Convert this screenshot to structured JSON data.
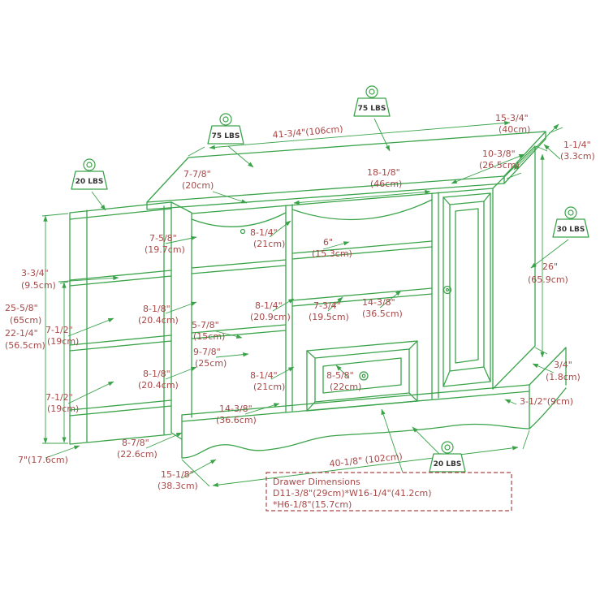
{
  "colors": {
    "line_green": "#3aa34a",
    "dim_red": "#a84848",
    "badge_text": "#333333"
  },
  "badges": [
    {
      "label": "75 LBS"
    },
    {
      "label": "75 LBS"
    },
    {
      "label": "20 LBS"
    },
    {
      "label": "30 LBS"
    },
    {
      "label": "20 LBS"
    }
  ],
  "labels": {
    "w41": "41-3/4\"(106cm)",
    "d15": "15-3/4\"",
    "d15cm": "(40cm)",
    "t114": "1-1/4\"",
    "t114cm": "(3.3cm)",
    "w1038": "10-3/8\"",
    "w1038cm": "(26.5cm)",
    "d778": "7-7/8\"",
    "d778cm": "(20cm)",
    "w1818": "18-1/8\"",
    "w1818cm": "(46cm)",
    "h758": "7-5/8\"",
    "h758cm": "(19.7cm)",
    "h814a": "8-1/4\"",
    "h814acm": "(21cm)",
    "h6": "6\"",
    "h6cm": "(15.3cm)",
    "h26": "26\"",
    "h26cm": "(65.9cm)",
    "h334": "3-3/4\"",
    "h334cm": "(9.5cm)",
    "h2558": "25-5/8\"",
    "h2558cm": "(65cm)",
    "h818a": "8-1/8\"",
    "h818acm": "(20.4cm)",
    "h814b": "8-1/4\"",
    "h814bcm": "(20.9cm)",
    "h734": "7-3/4\"",
    "h734cm": "(19.5cm)",
    "w1438a": "14-3/8\"",
    "w1438acm": "(36.5cm)",
    "h2214": "22-1/4\"",
    "h2214cm": "(56.5cm)",
    "h712a": "7-1/2\"",
    "h712acm": "(19cm)",
    "d578": "5-7/8\"",
    "d578cm": "(15cm)",
    "d978": "9-7/8\"",
    "d978cm": "(25cm)",
    "t34": "3/4\"",
    "t34cm": "(1.8cm)",
    "h818b": "8-1/8\"",
    "h818bcm": "(20.4cm)",
    "h814c": "8-1/4\"",
    "h814ccm": "(21cm)",
    "w858": "8-5/8\"",
    "w858cm": "(22cm)",
    "h312": "3-1/2\"(9cm)",
    "h712b": "7-1/2\"",
    "h712bcm": "(19cm)",
    "w1438b": "14-3/8\"",
    "w1438bcm": "(36.6cm)",
    "d878": "8-7/8\"",
    "d878cm": "(22.6cm)",
    "d7": "7\"(17.6cm)",
    "w4018": "40-1/8\" (102cm)",
    "w1518": "15-1/8\"",
    "w1518cm": "(38.3cm)"
  },
  "drawer_box": {
    "line1": "Drawer  Dimensions",
    "line2": "D11-3/8\"(29cm)*W16-1/4\"(41.2cm)",
    "line3": "*H6-1/8\"(15.7cm)"
  }
}
